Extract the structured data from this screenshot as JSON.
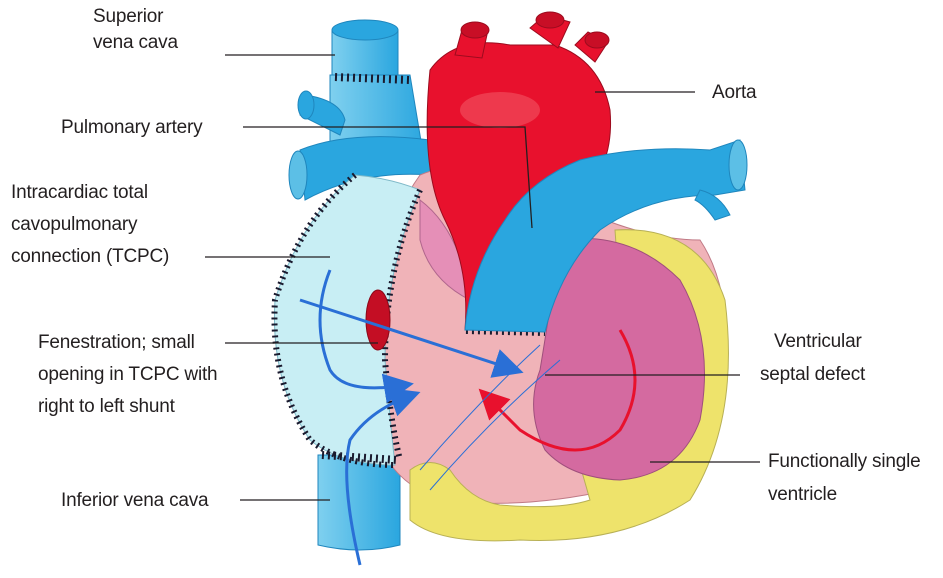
{
  "labels": {
    "superior_vena_cava": {
      "line1": "Superior",
      "line2": "vena cava"
    },
    "pulmonary_artery": "Pulmonary artery",
    "tcpc": {
      "line1": "Intracardiac total",
      "line2": "cavopulmonary",
      "line3": "connection (TCPC)"
    },
    "fenestration": {
      "line1": "Fenestration; small",
      "line2": "opening in TCPC with",
      "line3": "right  to left shunt"
    },
    "inferior_vena_cava": "Inferior vena cava",
    "aorta": "Aorta",
    "vsd": {
      "line1": "Ventricular",
      "line2": "septal defect"
    },
    "single_ventricle": {
      "line1": "Functionally single",
      "line2": "ventricle"
    }
  },
  "colors": {
    "aorta_red": "#e8112d",
    "vessel_blue": "#2aa6df",
    "vessel_light_blue": "#7fd0ef",
    "tcpc_light": "#c8eef4",
    "heart_pink": "#f0b3b8",
    "ventricle_magenta": "#d46aa0",
    "wall_yellow": "#eee36b",
    "arrow_blue": "#2a6fd6",
    "arrow_red": "#e8112d",
    "suture": "#1a1a2e",
    "leader_line": "#231f20"
  }
}
